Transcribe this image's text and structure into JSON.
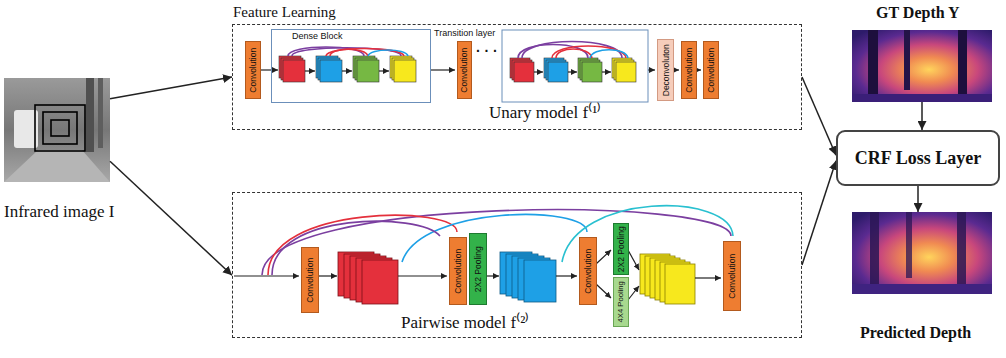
{
  "diagram": {
    "nodes": [
      {
        "text": [
          "Infrared image I"
        ]
      },
      {
        "text": [
          "Feature Learning",
          "Unary model f⁽¹⁾"
        ]
      },
      {
        "text": [
          "Convolution"
        ],
        "in": 1
      },
      {
        "text": [
          "Dense Block"
        ],
        "in": 1
      },
      {
        "text": [
          "Transition layer",
          "Convolution"
        ],
        "in": 1
      },
      {
        "text": [
          "Deconvoluton"
        ],
        "in": 1
      },
      {
        "text": [
          "Convolution"
        ],
        "in": 1
      },
      {
        "text": [
          "Convolution"
        ],
        "in": 1
      },
      {
        "text": [
          "Pairwise model f⁽²⁾"
        ]
      },
      {
        "text": [
          "Convolution"
        ],
        "in": 8
      },
      {
        "text": [
          "Convolution"
        ],
        "in": 8
      },
      {
        "text": [
          "2X2 Pooling"
        ],
        "in": 8
      },
      {
        "text": [
          "Convolution"
        ],
        "in": 8
      },
      {
        "text": [
          "2X2 Pooling"
        ],
        "in": 8
      },
      {
        "text": [
          "4X4 Pooling"
        ],
        "in": 8
      },
      {
        "text": [
          "Convolution"
        ],
        "in": 8
      },
      {
        "text": [
          "GT Depth Y"
        ]
      },
      {
        "text": [
          "CRF Loss Layer"
        ]
      },
      {
        "text": [
          "Predicted Depth"
        ]
      }
    ],
    "edges": [
      {
        "from": 0,
        "to": 1,
        "arrow": "to"
      },
      {
        "from": 0,
        "to": 8,
        "arrow": "to"
      },
      {
        "from": 1,
        "to": 17,
        "arrow": "to"
      },
      {
        "from": 8,
        "to": 17,
        "arrow": "to"
      },
      {
        "from": 16,
        "to": 17,
        "arrow": "to"
      },
      {
        "from": 17,
        "to": 18,
        "arrow": "to"
      }
    ],
    "labels": [
      "· · ·"
    ]
  }
}
